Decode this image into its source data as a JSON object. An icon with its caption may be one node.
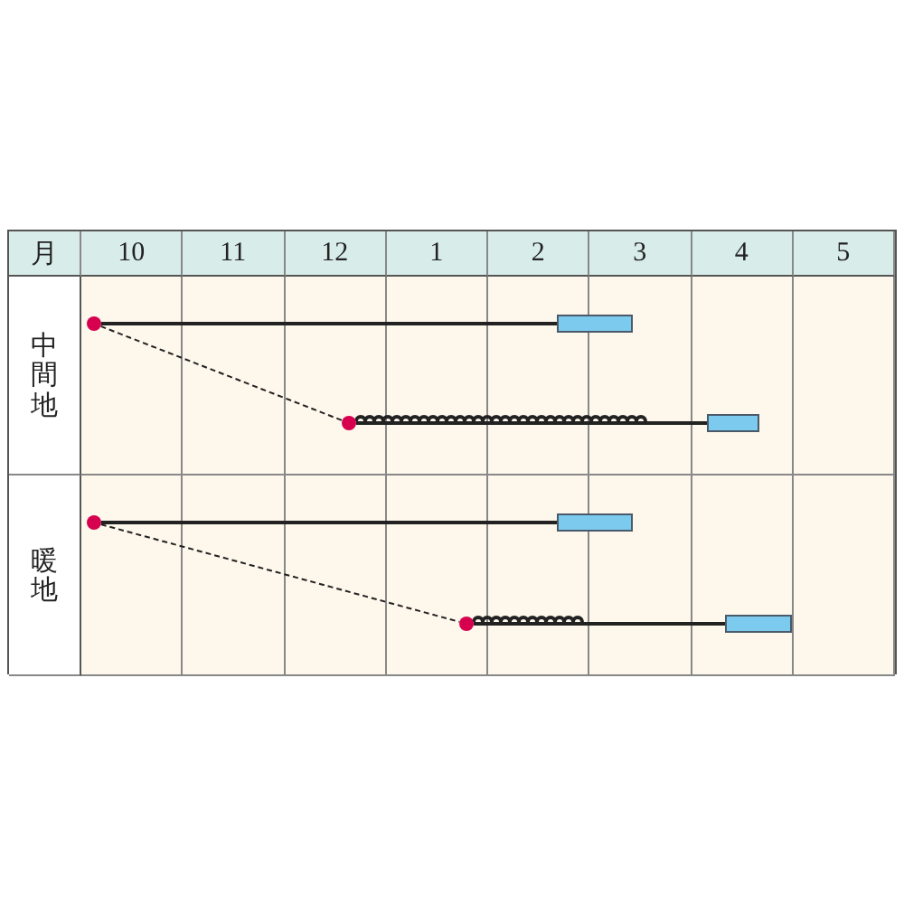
{
  "diagram": {
    "nodes": [
      {
        "text": [],
        "shape": "circle"
      },
      {
        "text": [],
        "shape": "bar"
      },
      {
        "text": [],
        "shape": "circle"
      },
      {
        "text": [],
        "shape": "bar"
      },
      {
        "text": [],
        "shape": "circle"
      },
      {
        "text": [],
        "shape": "bar"
      },
      {
        "text": [],
        "shape": "circle"
      },
      {
        "text": [],
        "shape": "bar"
      }
    ],
    "edges": [
      {
        "from": 0,
        "to": 1,
        "arrow": "none"
      },
      {
        "from": 0,
        "to": 2,
        "arrow": "none",
        "style": "dashed"
      },
      {
        "from": 2,
        "to": 3,
        "arrow": "none"
      },
      {
        "from": 4,
        "to": 5,
        "arrow": "none"
      },
      {
        "from": 4,
        "to": 6,
        "arrow": "none",
        "style": "dashed"
      },
      {
        "from": 6,
        "to": 7,
        "arrow": "none"
      }
    ],
    "labels": [
      "月",
      "10",
      "11",
      "12",
      "1",
      "2",
      "3",
      "4",
      "5",
      "中間地",
      "暖地"
    ]
  }
}
